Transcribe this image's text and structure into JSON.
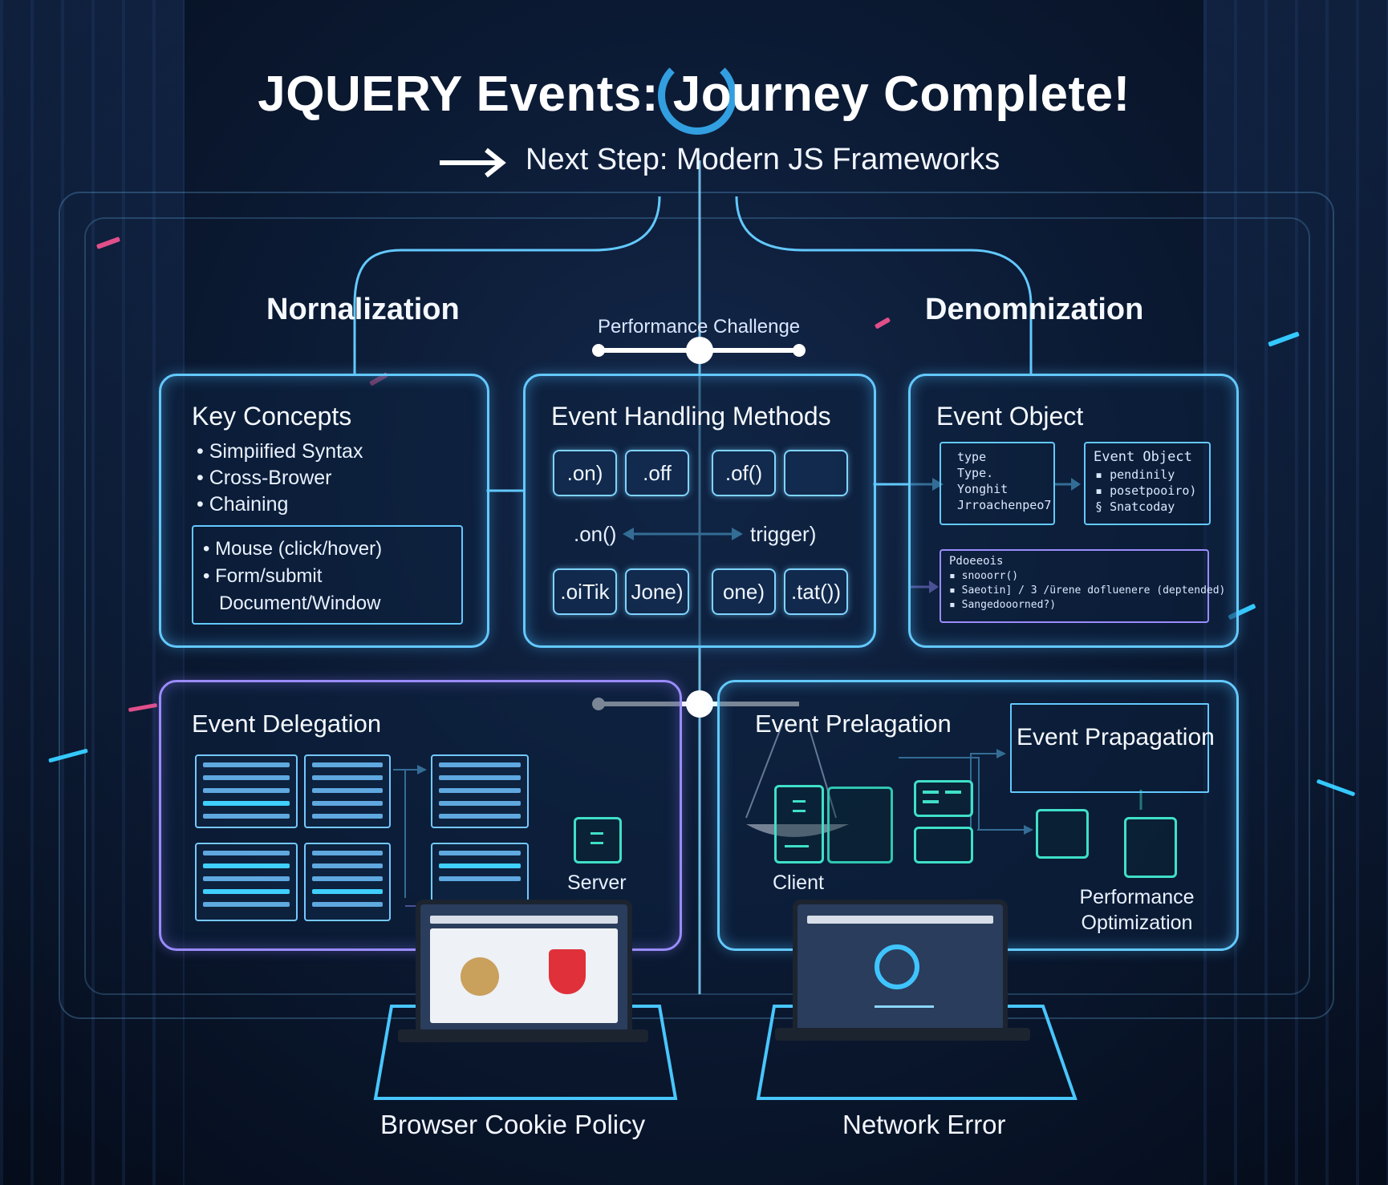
{
  "title": "JQUERY Events: Journey Complete!",
  "subtitle": "Next Step: Modern JS Frameworks",
  "sections": {
    "left_heading": "Nornalization",
    "right_heading": "Denomnization",
    "center_label": "Performance Challenge"
  },
  "key_concepts": {
    "heading": "Key Concepts",
    "items": [
      "Simpiified Syntax",
      "Cross-Brower",
      "Chaining"
    ],
    "event_types": [
      "Mouse (click/hover)",
      "Form/submit",
      "Document/Window"
    ]
  },
  "event_handling": {
    "heading": "Event Handling Methods",
    "row1": [
      ".on)",
      ".off",
      ".of()",
      ""
    ],
    "middle_left": ".on()",
    "middle_right": "trigger)",
    "row2": [
      ".oiTik",
      "Jone)",
      "one)",
      ".tat())"
    ]
  },
  "event_object": {
    "heading": "Event Object",
    "props_box": [
      "type",
      "Type.",
      "Yonghit",
      "Jrroachenpeo7"
    ],
    "event_box_title": "Event Object",
    "event_box_items": [
      "pendinily",
      "posetpooiro)",
      "Snatcoday"
    ],
    "methods_box_title": "Pdoeeois",
    "methods_box_items": [
      "snooorr()",
      "Saeotin] / 3 /ürene dofluenere (deptended)",
      "Sangedooorned?)"
    ]
  },
  "event_delegation": {
    "heading": "Event Delegation",
    "server_label": "Server"
  },
  "event_propagation": {
    "heading_left": "Event Prelagation",
    "heading_right": "Event Prapagation",
    "client_label": "Client",
    "optimization_label": "Performance Optimization"
  },
  "bottom_labels": {
    "left": "Browser Cookie Policy",
    "right": "Network Error"
  },
  "colors": {
    "accent": "#63c9ff",
    "violet": "#9a8cff",
    "teal": "#3fe0c8",
    "shield": "#e0303a"
  }
}
